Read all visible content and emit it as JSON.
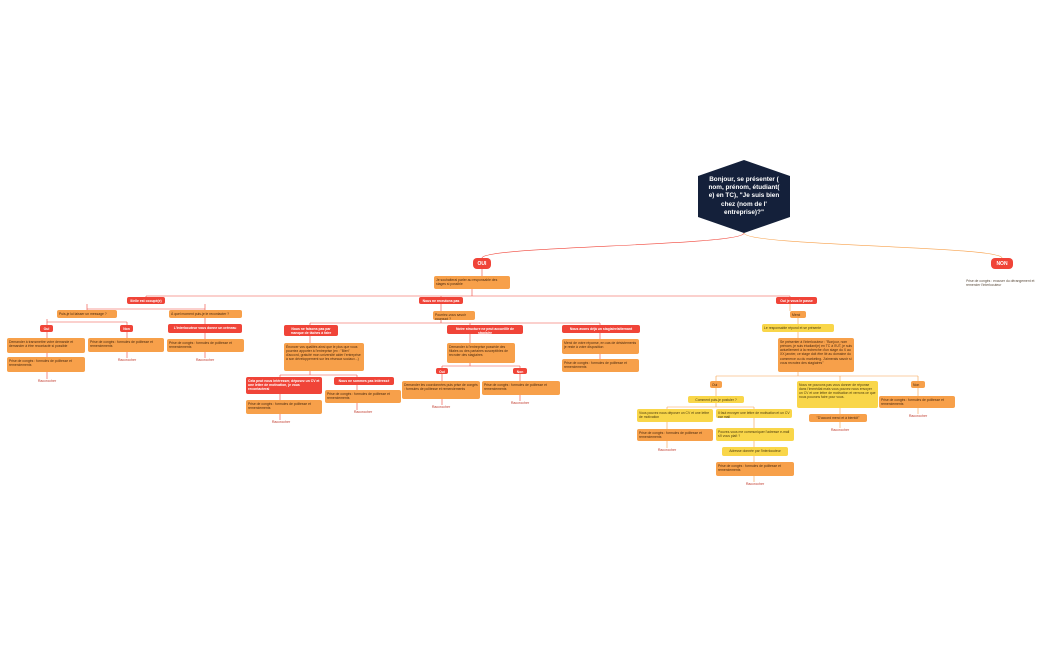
{
  "root": "Bonjour, se présenter ( nom, prénom, étudiant( e) en TC), \"Je suis bien chez (nom de l' entreprise)?\"",
  "oui": "OUI",
  "non": "NON",
  "non_note": "Prise de congés : excuser du dérangement et remercier l'interlocuteur",
  "oui_intro": "Je souhaiterai parler au responsable des stages si possible",
  "b1": {
    "title": "Il/elle est occupé(e)",
    "left_q": "Puis-je lui laisser un message ?",
    "right_q": "À quel moment puis-je le recontacter ?",
    "oui": "Oui",
    "non": "Non",
    "oui_text": "Demander à transmettre votre demande et demander à être recontacté si possible",
    "oui_close": "Prise de congés : formules de politesse et remerciements",
    "oui_end": "Raccrocher",
    "non_close": "Prise de congés : formules de politesse et remerciements",
    "non_end": "Raccrocher",
    "right_info": "L'interlocuteur vous donne un créneau",
    "right_close": "Prise de congés : formules de politesse et remerciements",
    "right_end": "Raccrocher"
  },
  "b2": {
    "title": "Nous ne recrutons pas",
    "question": "Pourriez-vous savoir pourquoi ?",
    "c1_title": "Nous ne faisons pas par manque de tâches à faire",
    "c1_text": "Énoncer vos qualités ainsi que le plus que vous pourriez apporter à l'entreprise (ex : \"Bien\" d'accord, gratuité mon université aider l'entreprise à son développement sur les réseaux sociaux...)",
    "c1a_title": "Cela peut nous intéresser, déposez un CV et une lettre de motivation, je vous recontacterai",
    "c1a_close": "Prise de congés : formules de politesse et remerciements",
    "c1a_end": "Raccrocher",
    "c1b_title": "Nous ne sommes pas intéressé",
    "c1b_close": "Prise de congés : formules de politesse et remerciements",
    "c1b_end": "Raccrocher",
    "c2_title": "Notre structure ne peut accueillir de stagiaire",
    "c2_text": "Demander à l'entreprise possède des filiales ou des partaires susceptibles de recruter des stagiaires",
    "c2_oui": "Oui",
    "c2_non": "Non",
    "c2_oui_text": "Demander les coordonnées puis prise de congés : formules de politesse et remerciements",
    "c2_oui_end": "Raccrocher",
    "c2_non_close": "Prise de congés : formules de politesse et remerciements",
    "c2_non_end": "Raccrocher",
    "c3_title": "Nous avons déjà un stagiaire/alternant",
    "c3_text": "Merci de votre réponse, en cas de désistements je reste à votre disposition",
    "c3_close": "Prise de congés : formules de politesse et remerciements"
  },
  "b3": {
    "title": "Oui je vous le passe",
    "merci": "Merci",
    "resp": "Le responsable répond et se présente",
    "pitch": "Se présenter à l'interlocuteur : \"Bonjour, nom prénom, je suis étudiant(e) en TC à l'IUT, je suis actuellement à la recherche d'un stage du X au XX janvier, ce stage doit être lié au domaine du commerce ou du marketing. J'aimerais savoir si vous recrutez des stagiaires\"",
    "oui": "Oui",
    "middle": "Nous ne pouvons pas vous donner de réponse dans l'immédiat mais vous pouvez nous envoyer un CV et une lettre de motivation et verrons ce que nous pouvons faire pour vous.",
    "non": "Non",
    "postuler": "Comment puis-je postuler ?",
    "post_a": "Vous pouvez nous déposer un CV et une lettre de motivation",
    "post_a_close": "Prise de congés : formules de politesse et remerciements",
    "post_a_end": "Raccrocher",
    "post_b": "Il faut envoyer une lettre de motivation et un CV par mail",
    "post_b_q": "Pouvez-vous me communiquer l'adresse e-mail s'il vous plaît ?",
    "post_b_given": "Adresse donnée par l'interlocuteur",
    "post_b_close": "Prise de congés : formules de politesse et remerciements",
    "post_b_end": "Raccrocher",
    "middle_q": "\"D'accord merci et à bientôt\"",
    "middle_end": "Raccrocher",
    "non_close": "Prise de congés : formules de politesse et remerciements",
    "non_end": "Raccrocher"
  }
}
